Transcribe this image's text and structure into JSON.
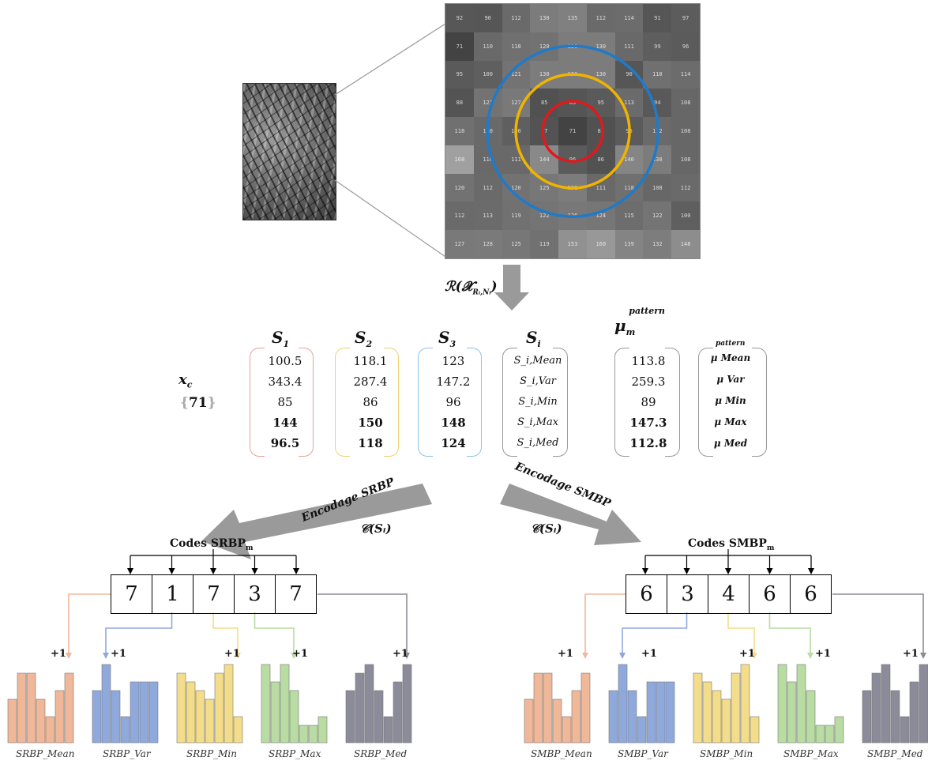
{
  "radial_label": "ℛ(𝓧",
  "radial_sub": "Rᵢ,Nᵢ",
  "center": {
    "label": "x",
    "sub": "c",
    "value": "71"
  },
  "columns": [
    {
      "head": "S",
      "sub": "1",
      "values": [
        "100.5",
        "343.4",
        "85",
        "144",
        "96.5"
      ]
    },
    {
      "head": "S",
      "sub": "2",
      "values": [
        "118.1",
        "287.4",
        "86",
        "150",
        "118"
      ]
    },
    {
      "head": "S",
      "sub": "3",
      "values": [
        "123",
        "147.2",
        "96",
        "148",
        "124"
      ]
    },
    {
      "head": "S",
      "sub": "i",
      "values": [
        "S_i,Mean",
        "S_i,Var",
        "S_i,Min",
        "S_i,Max",
        "S_i,Med"
      ]
    },
    {
      "head": "μ",
      "sub": "m",
      "sup": "pattern",
      "values": [
        "113.8",
        "259.3",
        "89",
        "147.3",
        "112.8"
      ]
    }
  ],
  "mu_symbols": [
    "μ Mean",
    "μ Var",
    "μ Min",
    "μ Max",
    "μ Med"
  ],
  "mu_sup": "pattern",
  "left_arrow_label": "Encodage SRBP",
  "right_arrow_label": "Encodage SMBP",
  "encode_fn": "𝒞(Sᵢ)",
  "srbp": {
    "title": "Codes SRBP",
    "title_sub": "m",
    "codes": [
      "7",
      "1",
      "7",
      "3",
      "7"
    ]
  },
  "smbp": {
    "title": "Codes SMBP",
    "title_sub": "m",
    "codes": [
      "6",
      "3",
      "4",
      "6",
      "6"
    ]
  },
  "plus_one": "+1",
  "srbp_hist_labels": [
    "SRBP_Mean",
    "SRBP_Var",
    "SRBP_Min",
    "SRBP_Max",
    "SRBP_Med"
  ],
  "smbp_hist_labels": [
    "SMBP_Mean",
    "SMBP_Var",
    "SMBP_Min",
    "SMBP_Max",
    "SMBP_Med"
  ],
  "hist_colors": [
    "#f0b898",
    "#8fa9dd",
    "#f3dd8a",
    "#b9dca3",
    "#8b8b99"
  ],
  "ring_colors": [
    "#e0191d",
    "#f0b400",
    "#1f7ac9"
  ],
  "histograms": [
    [
      5,
      8,
      8,
      5,
      3,
      6,
      8
    ],
    [
      6,
      9,
      6,
      3,
      7,
      7,
      7
    ],
    [
      8,
      7,
      6,
      5,
      8,
      9,
      3
    ],
    [
      9,
      7,
      9,
      6,
      2,
      2,
      3
    ],
    [
      6,
      8,
      9,
      6,
      3,
      7,
      9
    ]
  ],
  "grid_values": [
    [
      "92",
      "90",
      "112",
      "130",
      "135",
      "112",
      "114",
      "91",
      "97"
    ],
    [
      "71",
      "110",
      "118",
      "120",
      "130",
      "130",
      "111",
      "99",
      "96"
    ],
    [
      "95",
      "100",
      "121",
      "130",
      "131",
      "130",
      "90",
      "118",
      "114"
    ],
    [
      "88",
      "121",
      "127",
      "85",
      "89",
      "95",
      "113",
      "94",
      "108"
    ],
    [
      "118",
      "110",
      "100",
      "87",
      "71",
      "85",
      "96",
      "112",
      "108"
    ],
    [
      "168",
      "110",
      "111",
      "144",
      "96",
      "86",
      "140",
      "130",
      "108"
    ],
    [
      "120",
      "112",
      "120",
      "125",
      "131",
      "111",
      "118",
      "108",
      "112"
    ],
    [
      "112",
      "113",
      "119",
      "122",
      "126",
      "124",
      "115",
      "122",
      "100"
    ],
    [
      "127",
      "128",
      "125",
      "119",
      "153",
      "160",
      "139",
      "132",
      "148"
    ]
  ]
}
